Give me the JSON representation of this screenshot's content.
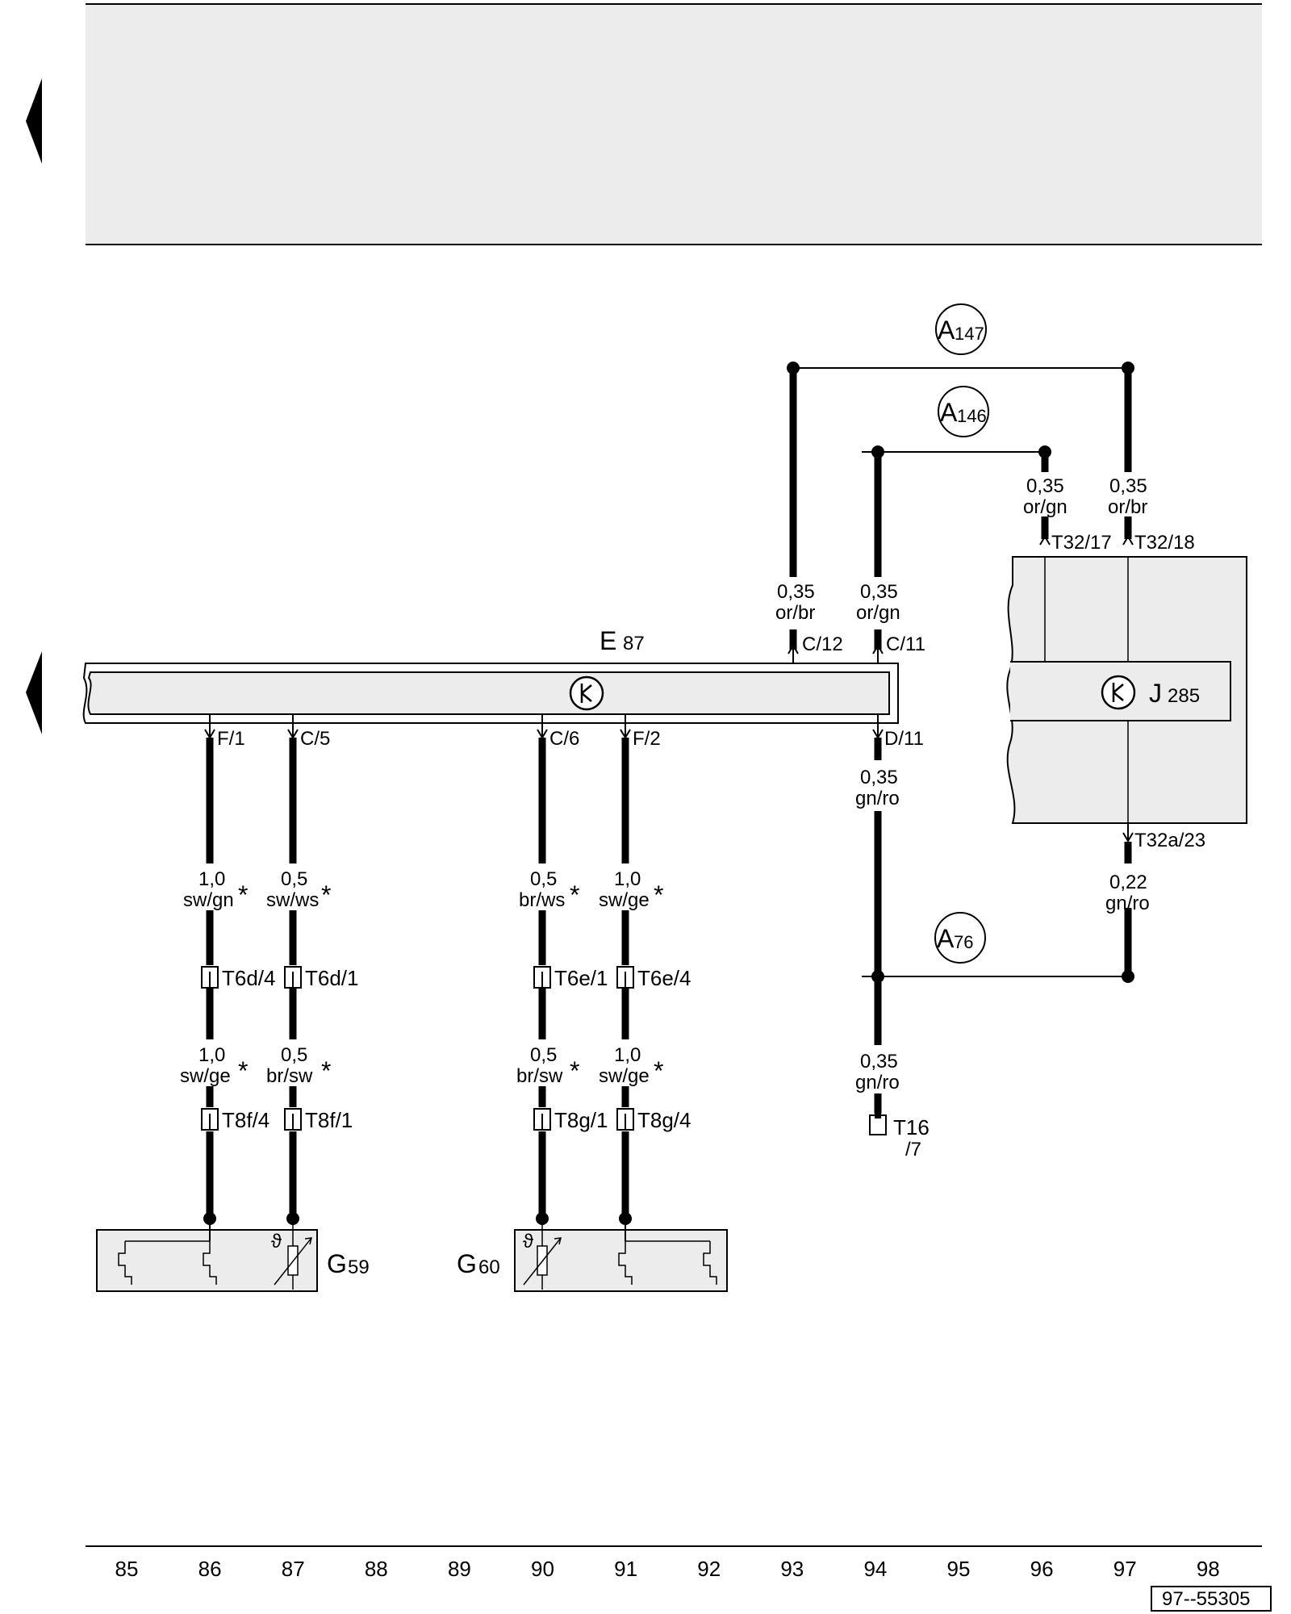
{
  "diagram": {
    "ground_points": {
      "a147": {
        "letter": "A",
        "num": "147"
      },
      "a146": {
        "letter": "A",
        "num": "146"
      },
      "a76": {
        "letter": "A",
        "num": "76"
      }
    },
    "wires": {
      "w93": {
        "size": "0,35",
        "color": "or/br"
      },
      "w94top": {
        "size": "0,35",
        "color": "or/gn"
      },
      "w96": {
        "size": "0,35",
        "color": "or/gn"
      },
      "w97top": {
        "size": "0,35",
        "color": "or/br"
      },
      "w94mid": {
        "size": "0,35",
        "color": "gn/ro"
      },
      "w97bot": {
        "size": "0,22",
        "color": "gn/ro"
      },
      "w94bot": {
        "size": "0,35",
        "color": "gn/ro"
      },
      "w86a": {
        "size": "1,0",
        "color": "sw/gn"
      },
      "w87a": {
        "size": "0,5",
        "color": "sw/ws"
      },
      "w90a": {
        "size": "0,5",
        "color": "br/ws"
      },
      "w91a": {
        "size": "1,0",
        "color": "sw/ge"
      },
      "w86b": {
        "size": "1,0",
        "color": "sw/ge"
      },
      "w87b": {
        "size": "0,5",
        "color": "br/sw"
      },
      "w90b": {
        "size": "0,5",
        "color": "br/sw"
      },
      "w91b": {
        "size": "1,0",
        "color": "sw/ge"
      }
    },
    "asterisk": "*",
    "pins": {
      "c12": "C/12",
      "c11": "C/11",
      "f1": "F/1",
      "c5": "C/5",
      "c6": "C/6",
      "f2": "F/2",
      "d11": "D/11",
      "t32_17": "T32/17",
      "t32_18": "T32/18",
      "t32a_23": "T32a/23"
    },
    "connectors": {
      "t6d4": "T6d/4",
      "t6d1": "T6d/1",
      "t6e1": "T6e/1",
      "t6e4": "T6e/4",
      "t8f4": "T8f/4",
      "t8f1": "T8f/1",
      "t8g1": "T8g/1",
      "t8g4": "T8g/4",
      "t16": "T16",
      "t16_pin": "/7"
    },
    "components": {
      "e87": {
        "letter": "E",
        "num": "87"
      },
      "j285": {
        "letter": "J",
        "num": "285"
      },
      "g59": {
        "letter": "G",
        "num": "59"
      },
      "g60": {
        "letter": "G",
        "num": "60"
      }
    },
    "current_tracks": [
      "85",
      "86",
      "87",
      "88",
      "89",
      "90",
      "91",
      "92",
      "93",
      "94",
      "95",
      "96",
      "97",
      "98"
    ],
    "drawing_number": "97--55305"
  }
}
